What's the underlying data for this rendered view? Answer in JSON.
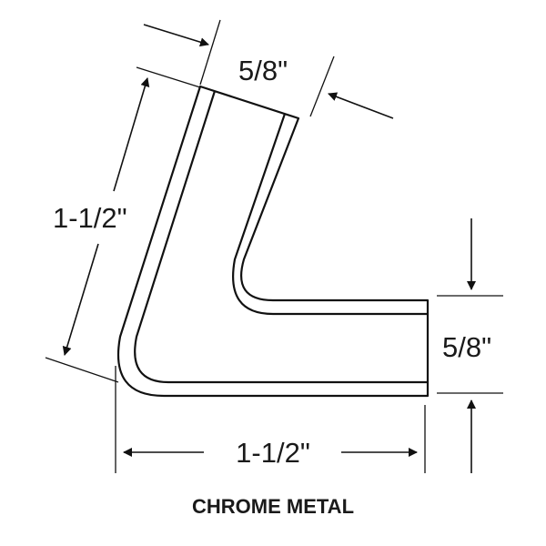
{
  "dimensions": {
    "top_width": "5/8\"",
    "left_length": "1-1/2\"",
    "right_height": "5/8\"",
    "bottom_length": "1-1/2\""
  },
  "caption": "CHROME METAL"
}
